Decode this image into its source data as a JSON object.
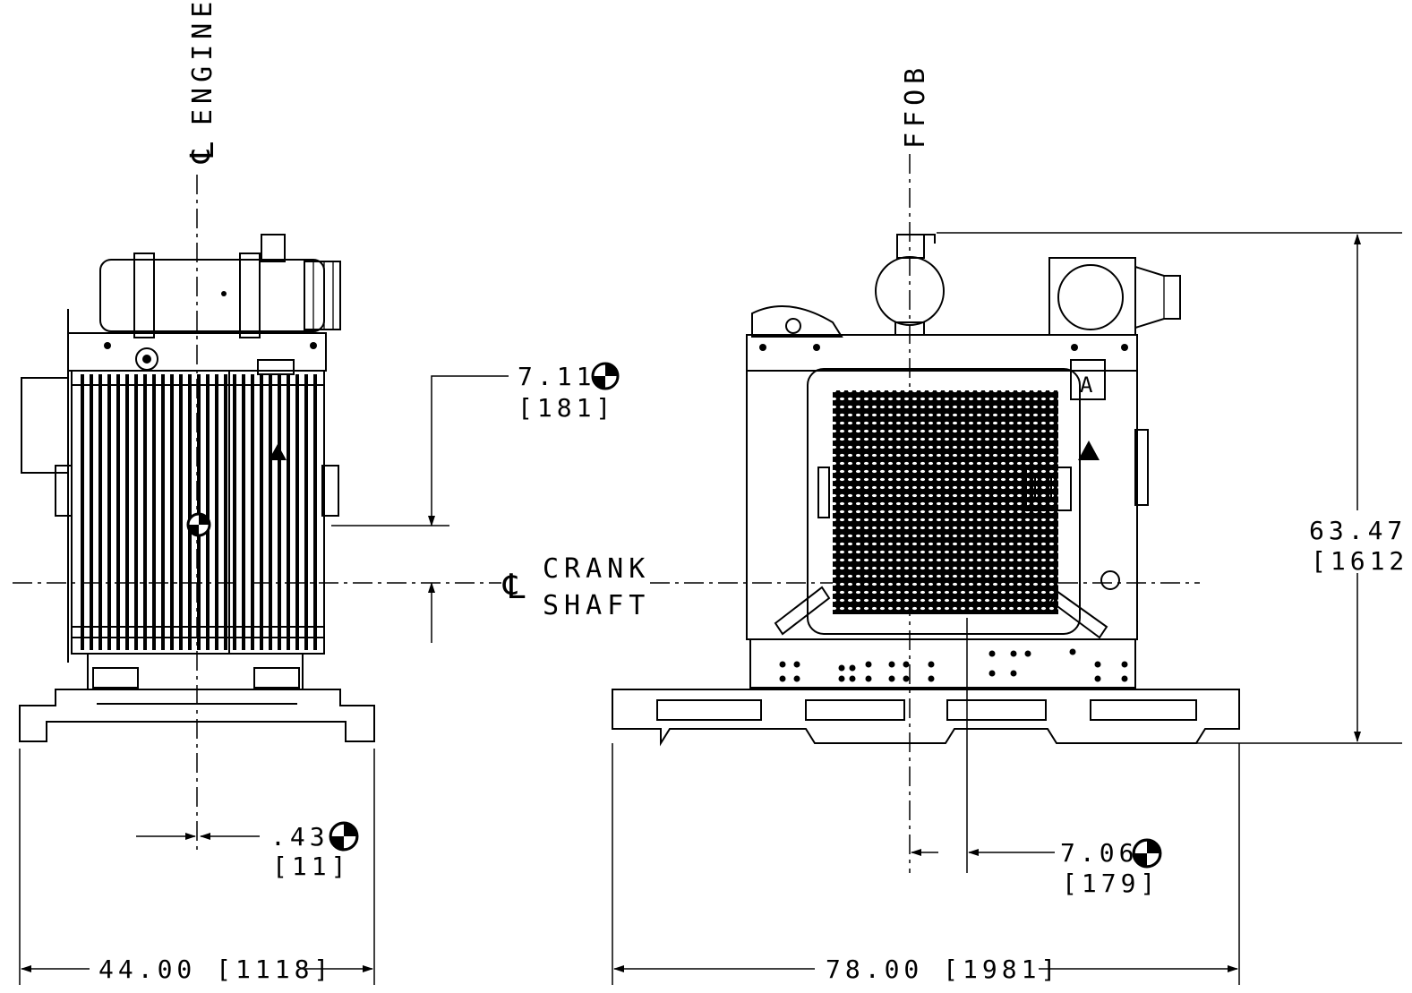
{
  "labels": {
    "engine_centerline": "ENGINE",
    "ffob": "FFOB",
    "crank": "CRANK",
    "shaft": "SHAFT",
    "centerline_symbol": "℄",
    "section_marker": "A"
  },
  "dimensions": {
    "cg_height_in": "7.11",
    "cg_height_mm": "[181]",
    "cg_lateral_in": ".43",
    "cg_lateral_mm": "[11]",
    "cg_longitudinal_in": "7.06",
    "cg_longitudinal_mm": "[179]",
    "overall_height_in": "63.47",
    "overall_height_mm": "[1612]",
    "overall_width": "44.00 [1118]",
    "overall_length": "78.00 [1981]"
  },
  "colors": {
    "line": "#000000",
    "background": "#ffffff"
  }
}
